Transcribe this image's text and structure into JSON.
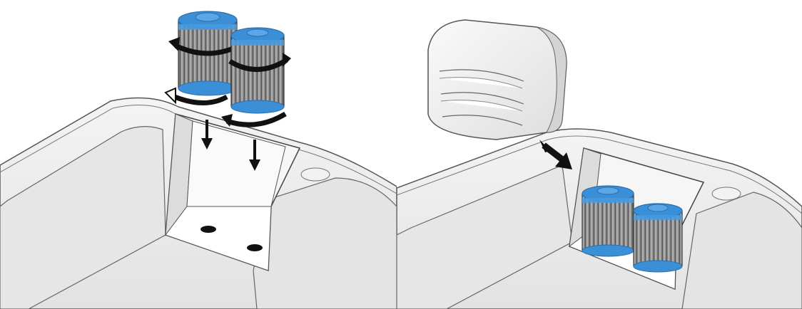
{
  "figure": {
    "panels": [
      {
        "id": "left",
        "step": "insert-filter-cartridges",
        "parts": [
          "spa-shell",
          "filter-well",
          "filter-cartridge-large",
          "filter-cartridge-small"
        ],
        "arrows": [
          "rotate-arrow",
          "rotate-arrow",
          "down-arrow",
          "down-arrow"
        ]
      },
      {
        "id": "right",
        "step": "attach-filter-cover",
        "parts": [
          "spa-shell",
          "filter-cover",
          "filter-cartridge-large",
          "filter-cartridge-small"
        ],
        "arrows": [
          "push-arrow"
        ]
      }
    ]
  },
  "colors": {
    "background": "#ffffff",
    "shell": "#eeeeee",
    "shell_shadow": "#d6d6d6",
    "outline": "#555555",
    "cap_blue": "#3b8fd6",
    "cap_blue_dark": "#2a6fae",
    "pleat_gray": "#8a8a8a",
    "arrow": "#1a1a1a"
  }
}
